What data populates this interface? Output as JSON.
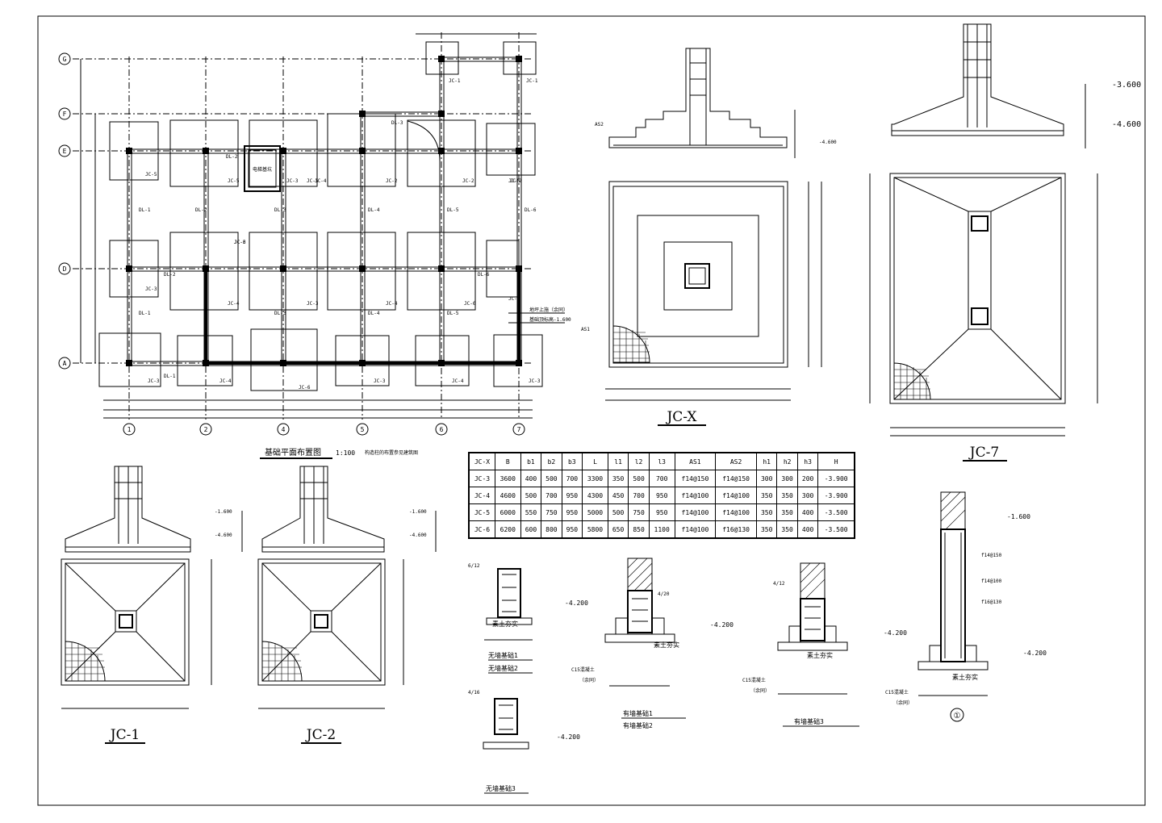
{
  "plan": {
    "title": "基础平面布置图",
    "scale": "1:100",
    "note": "构造柱的布置参见建筑图",
    "row_axes": [
      "G",
      "F",
      "E",
      "D",
      "A"
    ],
    "col_axes": [
      "1",
      "2",
      "4",
      "5",
      "6",
      "7"
    ],
    "callout": [
      "地坪上施（余同）",
      "基础顶标高-1.600"
    ],
    "footing_tags": [
      "JC-1",
      "JC-1",
      "JC-5",
      "JC-5",
      "JC-5",
      "JC-2",
      "JC-2",
      "JC-2",
      "JC-3",
      "JC-4",
      "JC-3",
      "JC-4",
      "JC-6",
      "JC-6",
      "JC-3",
      "JC-4",
      "JC-6",
      "JC-7",
      "JC-5",
      "JC-3",
      "JC-3",
      "JC-3",
      "JC-4",
      "JC-4",
      "JC-3"
    ],
    "beam_tags": [
      "DL-1",
      "DL-2",
      "DL-3",
      "DL-4",
      "DL-5",
      "DL-6",
      "DL-1",
      "DL-2",
      "DL-3",
      "DL-4",
      "DL-5",
      "DL-6",
      "DL-1",
      "DL-2",
      "DL-3"
    ],
    "pit_label": "电梯基坑"
  },
  "details": {
    "jcx": "JC-X",
    "jc7": "JC-7",
    "jc1": "JC-1",
    "jc2": "JC-2",
    "wall_marker": "①",
    "elev_top": "-1.600",
    "elev_bottom": "-4.600",
    "elev_36": "-3.600",
    "elev_42": "-4.200",
    "as1": "AS1",
    "as2": "AS2",
    "labels": [
      "无墙基础1",
      "无墙基础2",
      "无墙基础3",
      "有墙基础1",
      "有墙基础2",
      "有墙基础3"
    ],
    "soil_note": "素土夯实",
    "concrete_note": [
      "C15混凝土",
      "（余同）"
    ],
    "rebar_notes": [
      "f14@150",
      "f14@100",
      "f16@130",
      "4/20",
      "6/12",
      "4/12",
      "4/16"
    ]
  },
  "table": {
    "headers": [
      "JC-X",
      "B",
      "b1",
      "b2",
      "b3",
      "L",
      "l1",
      "l2",
      "l3",
      "AS1",
      "AS2",
      "h1",
      "h2",
      "h3",
      "H"
    ],
    "rows": [
      [
        "JC-3",
        "3600",
        "400",
        "500",
        "700",
        "3300",
        "350",
        "500",
        "700",
        "f14@150",
        "f14@150",
        "300",
        "300",
        "200",
        "-3.900"
      ],
      [
        "JC-4",
        "4600",
        "500",
        "700",
        "950",
        "4300",
        "450",
        "700",
        "950",
        "f14@100",
        "f14@100",
        "350",
        "350",
        "300",
        "-3.900"
      ],
      [
        "JC-5",
        "6000",
        "550",
        "750",
        "950",
        "5000",
        "500",
        "750",
        "950",
        "f14@100",
        "f14@100",
        "350",
        "350",
        "400",
        "-3.500"
      ],
      [
        "JC-6",
        "6200",
        "600",
        "800",
        "950",
        "5800",
        "650",
        "850",
        "1100",
        "f14@100",
        "f16@130",
        "350",
        "350",
        "400",
        "-3.500"
      ]
    ]
  }
}
